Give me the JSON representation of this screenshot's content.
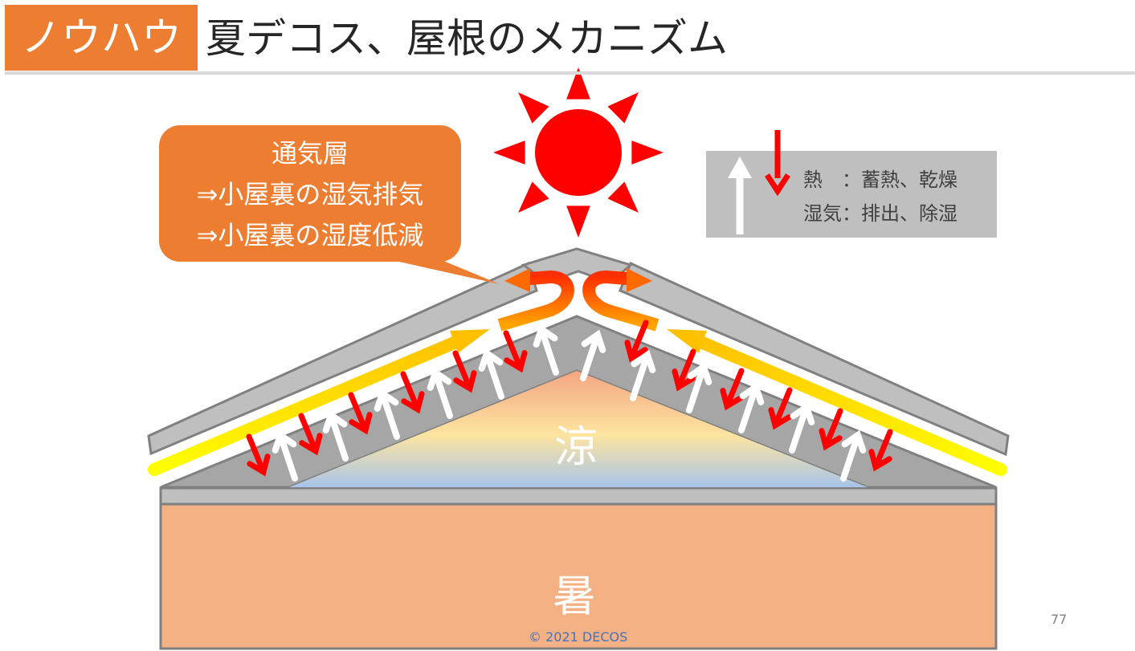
{
  "header": {
    "tag": "ノウハウ",
    "title": "夏デコス、屋根のメカニズム"
  },
  "callout": {
    "lines": [
      "通気層",
      "⇒小屋裏の湿気排気",
      "⇒小屋裏の湿度低減"
    ]
  },
  "legend": {
    "line1": "熱　：蓄熱、乾燥",
    "line2": "湿気：排出、除湿"
  },
  "labels": {
    "attic": "涼",
    "room": "暑"
  },
  "footer": {
    "page_number": "77",
    "copyright": "© 2021 DECOS"
  },
  "colors": {
    "accent": "#ED7D31",
    "sun": "#FF0000",
    "heat_arrow": "#FF0000",
    "moisture_arrow": "#FFFFFF",
    "airflow": "#FFD700",
    "roof": "#BFBFBF",
    "room": "#F4B183"
  },
  "icons": {
    "sun": "sun-icon",
    "heat": "down-arrow-icon",
    "moisture": "up-arrow-icon"
  }
}
